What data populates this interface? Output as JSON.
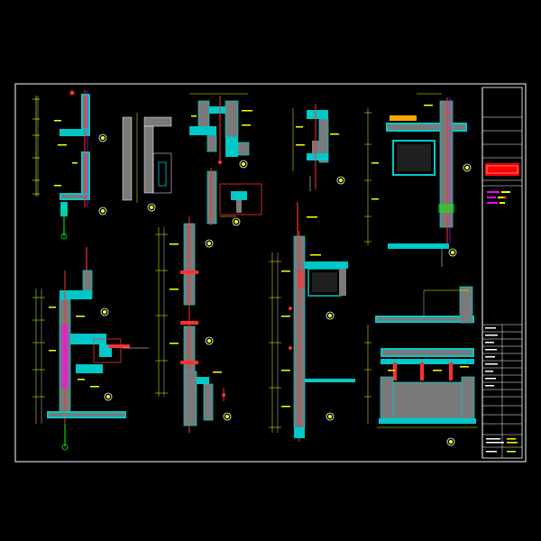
{
  "colors": {
    "background": "#000000",
    "frame": "#ffffff",
    "wall_fill": "#00c8c8",
    "wall_hatch": "#7a7a7a",
    "dimension": "#ffff00",
    "rebar": "#ff3030",
    "magenta": "#ff00ff",
    "green": "#00ff00",
    "label": "#ffffff",
    "title_block_accent": "#ff0000"
  },
  "sheet": {
    "has_outer_frame": true,
    "has_title_block": true
  },
  "details": [
    {
      "id": "detail-1",
      "label": ""
    },
    {
      "id": "detail-2",
      "label": ""
    },
    {
      "id": "detail-3",
      "label": ""
    },
    {
      "id": "detail-4",
      "label": ""
    },
    {
      "id": "detail-5",
      "label": ""
    },
    {
      "id": "detail-6",
      "label": ""
    },
    {
      "id": "detail-7",
      "label": ""
    },
    {
      "id": "detail-8",
      "label": ""
    },
    {
      "id": "detail-9",
      "label": ""
    },
    {
      "id": "detail-10",
      "label": ""
    },
    {
      "id": "detail-11",
      "label": ""
    }
  ]
}
